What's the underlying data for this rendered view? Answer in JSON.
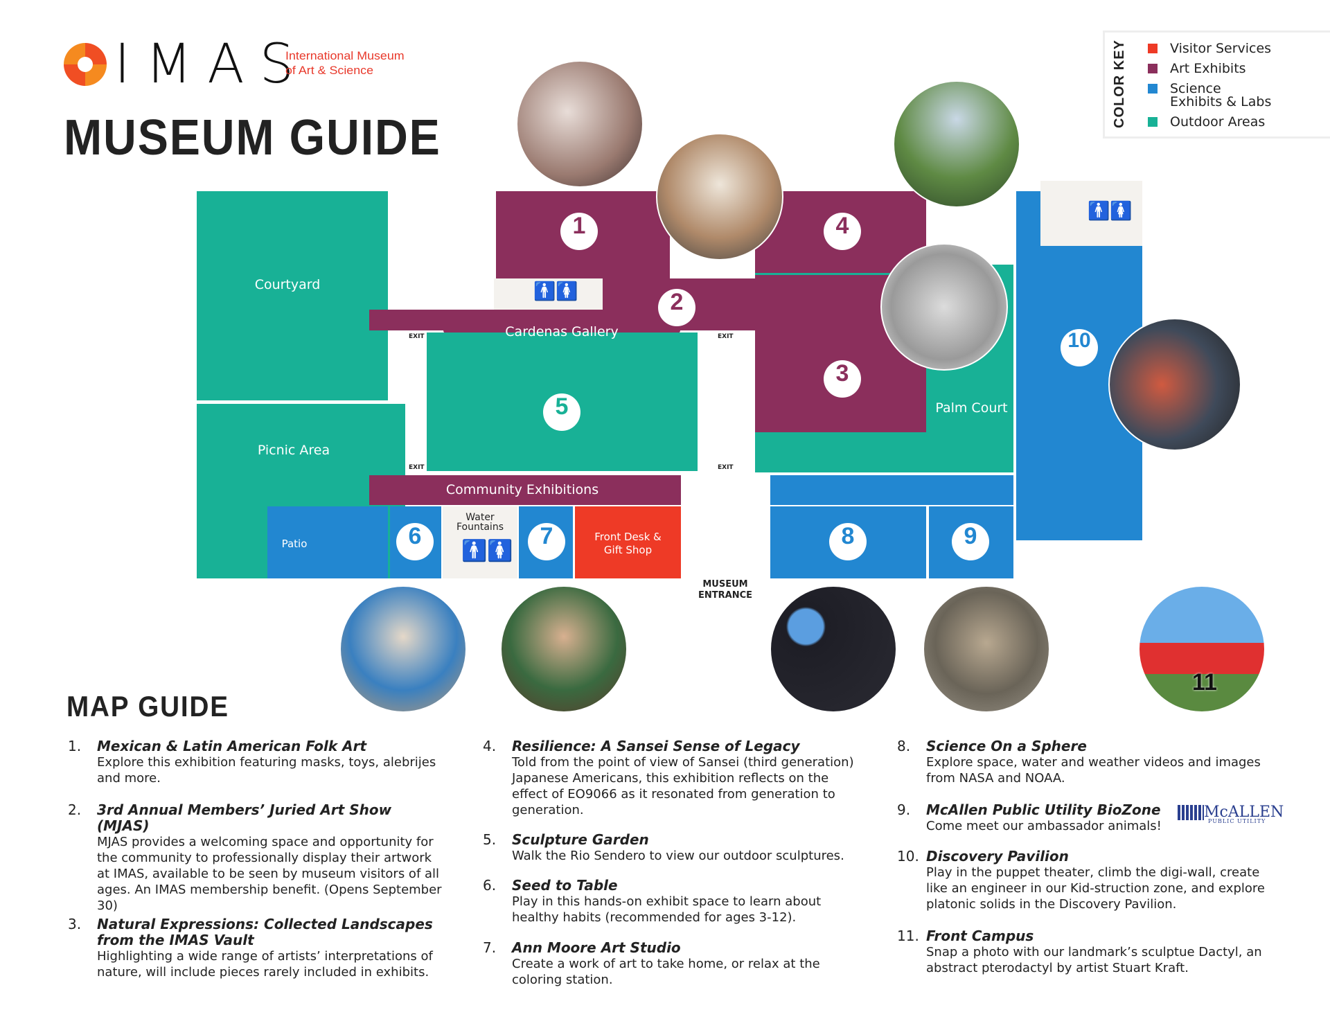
{
  "header": {
    "logo_text": "IMAS",
    "logo_subtitle": "International Museum\nof Art & Science",
    "title": "MUSEUM GUIDE"
  },
  "color_key": {
    "title": "COLOR KEY",
    "items": [
      {
        "label": "Visitor Services",
        "color": "#ee3a26"
      },
      {
        "label": "Art Exhibits",
        "color": "#8b2f5c"
      },
      {
        "label": "Science\nExhibits & Labs",
        "color": "#2287d1"
      },
      {
        "label": "Outdoor Areas",
        "color": "#18b196"
      }
    ]
  },
  "map": {
    "labels": {
      "courtyard": "Courtyard",
      "picnic": "Picnic Area",
      "cardenas": "Cardenas Gallery",
      "community": "Community Exhibitions",
      "patio": "Patio",
      "water": "Water\nFountains",
      "frontdesk": "Front Desk &\nGift Shop",
      "palm": "Palm Court",
      "entrance": "MUSEUM\nENTRANCE",
      "exit": "EXIT"
    },
    "badges": [
      "1",
      "2",
      "3",
      "4",
      "5",
      "6",
      "7",
      "8",
      "9",
      "10",
      "11"
    ]
  },
  "guide": {
    "title": "MAP GUIDE",
    "items": [
      {
        "n": "1.",
        "h": "Mexican & Latin American Folk Art",
        "d": "Explore this exhibition featuring masks, toys, alebrijes and more."
      },
      {
        "n": "2.",
        "h": "3rd Annual Members’ Juried Art Show (MJAS)",
        "d": "MJAS provides a welcoming space and opportunity for the community to professionally display their artwork at IMAS, available to be seen by museum visitors of all ages. An IMAS membership benefit. (Opens September 30)"
      },
      {
        "n": "3.",
        "h": "Natural Expressions: Collected Landscapes from the IMAS Vault",
        "d": "Highlighting a wide range of artists’ interpretations of nature, will include pieces rarely included in exhibits."
      },
      {
        "n": "4.",
        "h": "Resilience: A Sansei Sense of Legacy",
        "d": "Told from the point of view of Sansei (third generation) Japanese Americans, this exhibition reflects on the effect of EO9066 as it resonated from generation to generation."
      },
      {
        "n": "5.",
        "h": "Sculpture Garden",
        "d": "Walk the Rio Sendero to view our outdoor sculptures."
      },
      {
        "n": "6.",
        "h": "Seed to Table",
        "d": "Play in this hands-on exhibit space to learn about healthy habits (recommended for ages 3-12)."
      },
      {
        "n": "7.",
        "h": "Ann Moore Art Studio",
        "d": "Create a work of art to take home, or relax at the coloring station."
      },
      {
        "n": "8.",
        "h": "Science On a Sphere",
        "d": "Explore space, water and weather videos and images from NASA and NOAA."
      },
      {
        "n": "9.",
        "h": "McAllen Public Utility BioZone",
        "d": "Come meet our ambassador animals!"
      },
      {
        "n": "10.",
        "h": "Discovery Pavilion",
        "d": "Play in the puppet theater, climb the digi-wall, create like an engineer in our Kid-struction zone, and explore platonic solids in the Discovery Pavilion."
      },
      {
        "n": "11.",
        "h": "Front Campus",
        "d": "Snap a photo with our landmark’s sculptue Dactyl, an abstract pterodactyl by artist Stuart Kraft."
      }
    ]
  },
  "sponsor": {
    "name": "McALLEN",
    "sub": "PUBLIC UTILITY"
  }
}
